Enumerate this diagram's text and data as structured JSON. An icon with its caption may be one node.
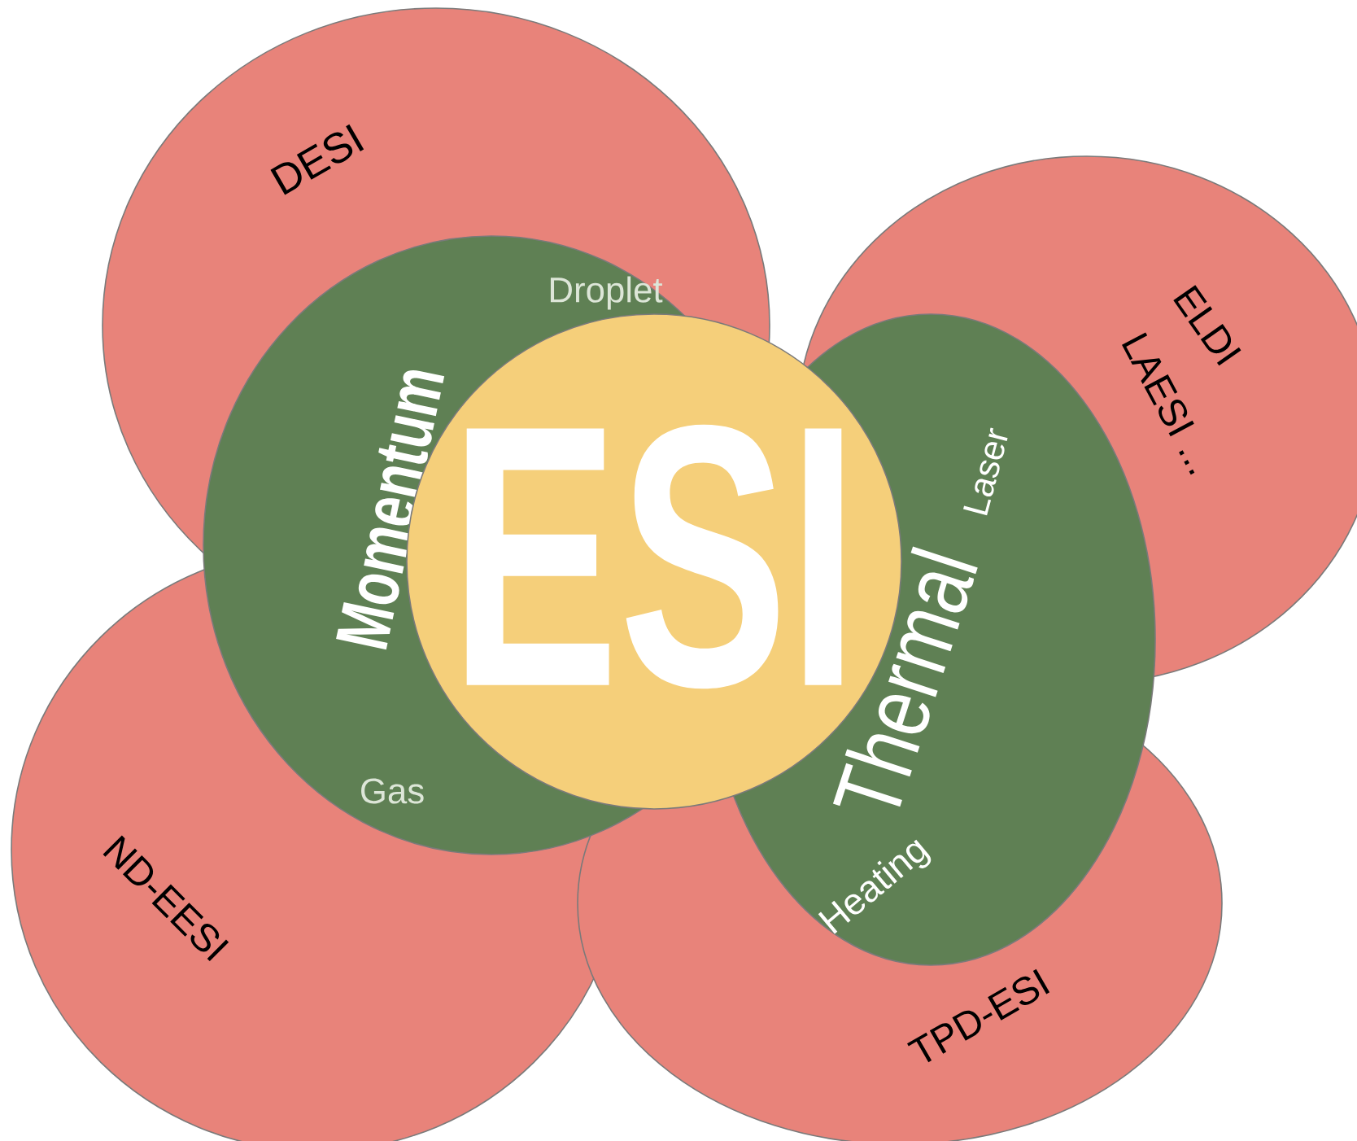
{
  "diagram": {
    "nodes": [
      {
        "text": [
          "DESI"
        ]
      },
      {
        "text": [
          "ELDI",
          "LAESI ..."
        ]
      },
      {
        "text": [
          "ND-EESI"
        ]
      },
      {
        "text": [
          "TPD-ESI"
        ]
      },
      {
        "text": [
          "Momentum",
          "Droplet",
          "Gas"
        ]
      },
      {
        "text": [
          "Thermal",
          "Laser",
          "Heating"
        ]
      },
      {
        "text": [
          "ESI"
        ]
      }
    ]
  }
}
